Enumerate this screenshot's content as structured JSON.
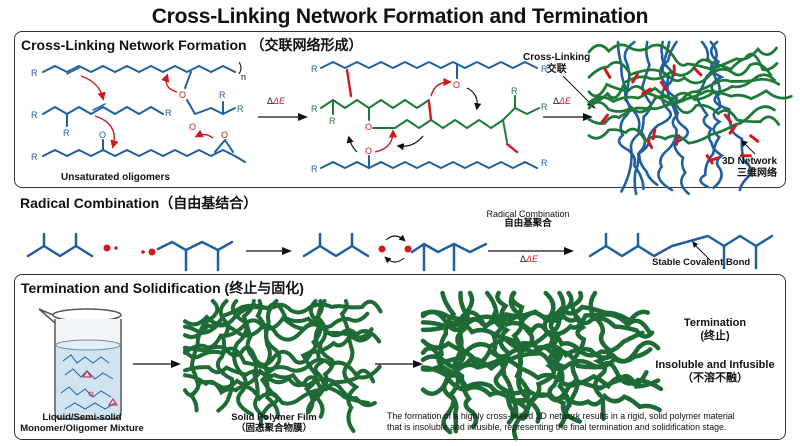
{
  "header": {
    "title": "Cross-Linking Network Formation and Termination"
  },
  "panels": {
    "crosslinking": {
      "title": "Cross-Linking Network Formation （交联网络形成）",
      "oligomer_caption": "Unsaturated oligomers",
      "repeat_subscript": "n",
      "arrow_label": "ΔE",
      "arrow2_label": "ΔE",
      "network_label_en": "Cross-Linking",
      "network_label_cn": "交联",
      "network3d_en": "3D Network",
      "network3d_cn": "三维网络",
      "atoms": {
        "r": "R",
        "o": "O"
      }
    },
    "radical": {
      "title": "Radical Combination（自由基结合）",
      "arrow_label_en": "Radical Combination",
      "arrow_label_cn": "自由基聚合",
      "arrow_sub": "ΔE",
      "bond_label": "Stable Covalent Bond"
    },
    "termination": {
      "title": "Termination and Solidification (终止与固化)",
      "beaker_caption_1": "Liquid/Semi-solid",
      "beaker_caption_2": "Monomer/Oligomer Mixture",
      "film_caption_1": "Solid Polymer Film",
      "film_caption_2": "（固态聚合物膜）",
      "termination_en": "Termination",
      "termination_cn": "(终止)",
      "insoluble_en": "Insoluble and Infusible",
      "insoluble_cn": "（不溶不融）",
      "description_1": "The formation of a highly cross-linked 3D network results in a rigid, solid polymer material",
      "description_2": "that is insoluble and infusible, representing the final termination and solidification stage."
    }
  },
  "colors": {
    "chain_blue": "#1f5fa0",
    "chain_green": "#1f7a3a",
    "crosslink_red": "#d0191e",
    "film_green": "#1e6b35"
  }
}
